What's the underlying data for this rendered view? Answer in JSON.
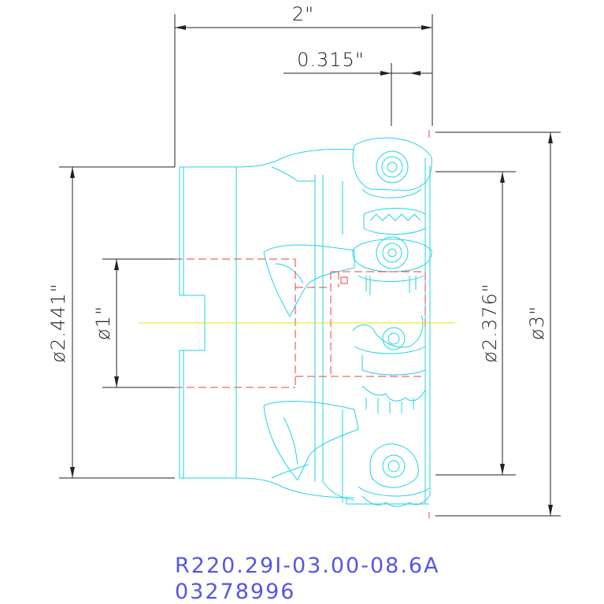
{
  "dimensions": {
    "overall_length": "2\"",
    "insert_offset": "0.315\"",
    "body_diameter": "ø2.441\"",
    "bore_diameter": "ø1\"",
    "inner_diameter": "ø2.376\"",
    "cutting_diameter": "ø3\""
  },
  "labels": {
    "part_number": "R220.29I-03.00-08.6A",
    "order_code": "03278996"
  },
  "colors": {
    "dimension_lines": "#222222",
    "outline": "#22d4e6",
    "hidden_lines": "#e64040",
    "center_line": "#e6e600",
    "label_text": "#5656e0"
  }
}
